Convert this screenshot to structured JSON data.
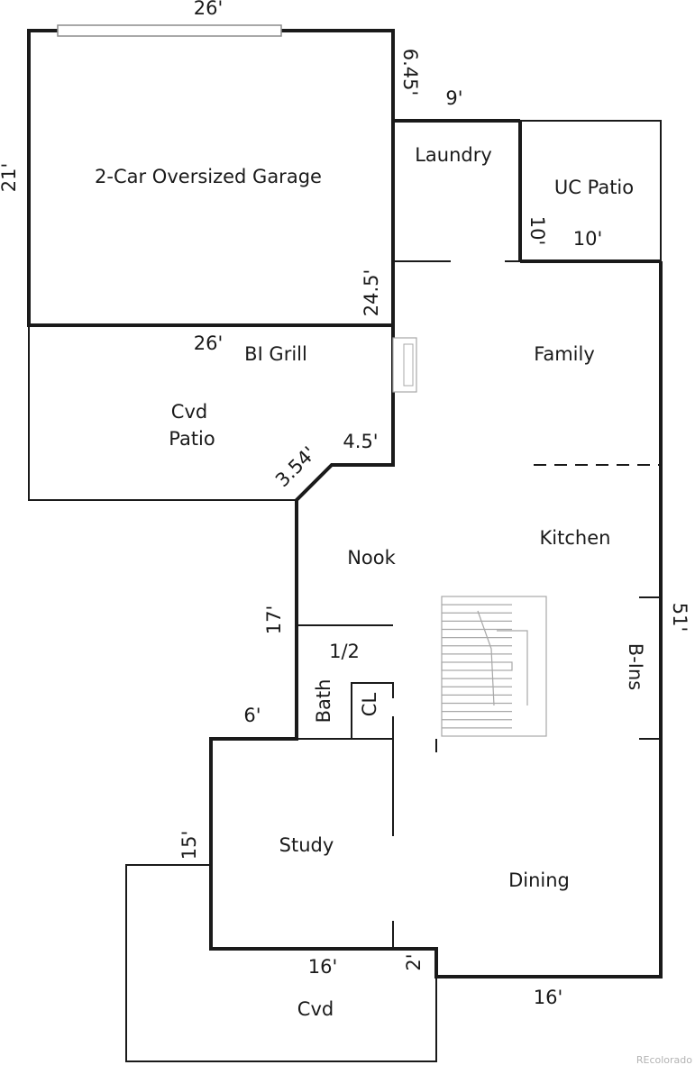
{
  "rooms": {
    "garage": "2-Car Oversized Garage",
    "laundry": "Laundry",
    "uc_patio": "UC Patio",
    "family": "Family",
    "bi_grill": "BI Grill",
    "cvd_patio_line1": "Cvd",
    "cvd_patio_line2": "Patio",
    "kitchen": "Kitchen",
    "nook": "Nook",
    "half": "1/2",
    "bath": "Bath",
    "closet": "CL",
    "built_ins": "B-Ins",
    "study": "Study",
    "dining": "Dining",
    "cvd": "Cvd"
  },
  "dimensions": {
    "garage_top": "26'",
    "garage_left": "21'",
    "garage_right_upper": "6.45'",
    "laundry_top": "9'",
    "garage_right_lower": "24.5'",
    "uc_patio_side": "10'",
    "uc_patio_bottom": "10'",
    "grill_wall": "26'",
    "patio_notch": "4.5'",
    "patio_diagonal": "3.54'",
    "right_wall": "51'",
    "nook_wall": "17'",
    "study_top": "6'",
    "study_left": "15'",
    "study_bottom": "16'",
    "step_jog": "2'",
    "dining_bottom": "16'"
  },
  "watermark": "REcolorado"
}
